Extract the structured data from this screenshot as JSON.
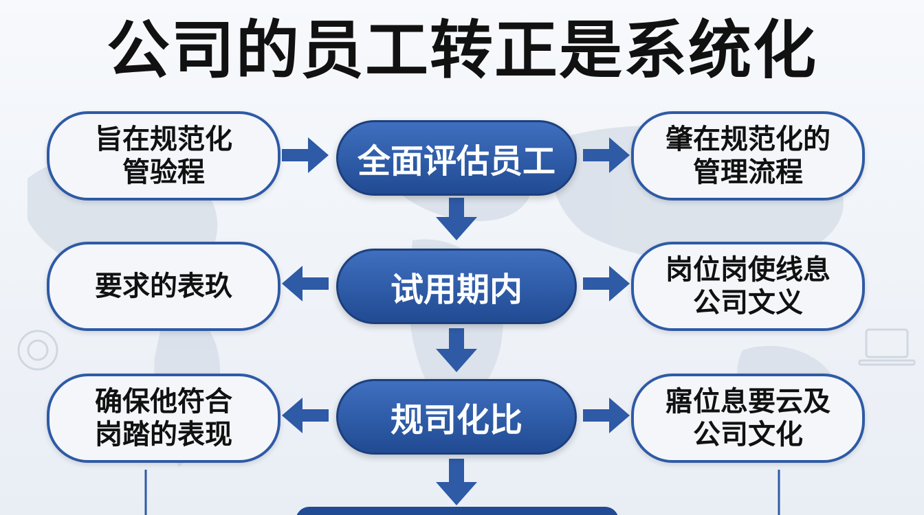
{
  "title": "公司的员工转正是系统化",
  "colors": {
    "accent": "#2e5aa6",
    "center_fill": "#214b93",
    "background": "#eef2f7"
  },
  "nodes": {
    "left_1": {
      "line1": "旨在规范化",
      "line2": "管验程"
    },
    "center_1": {
      "label": "全面评估员工"
    },
    "right_1": {
      "line1": "肇在规范化的",
      "line2": "管理流程"
    },
    "left_2": {
      "line1": "要求的表玖",
      "line2": ""
    },
    "center_2": {
      "label": "试用期内"
    },
    "right_2": {
      "line1": "岗位岗使线息",
      "line2": "公司文义"
    },
    "left_3": {
      "line1": "确保他符合",
      "line2": "岗踏的表现"
    },
    "center_3": {
      "label": "规司化比"
    },
    "right_3": {
      "line1": "寤位息要云及",
      "line2": "公司文化"
    }
  }
}
